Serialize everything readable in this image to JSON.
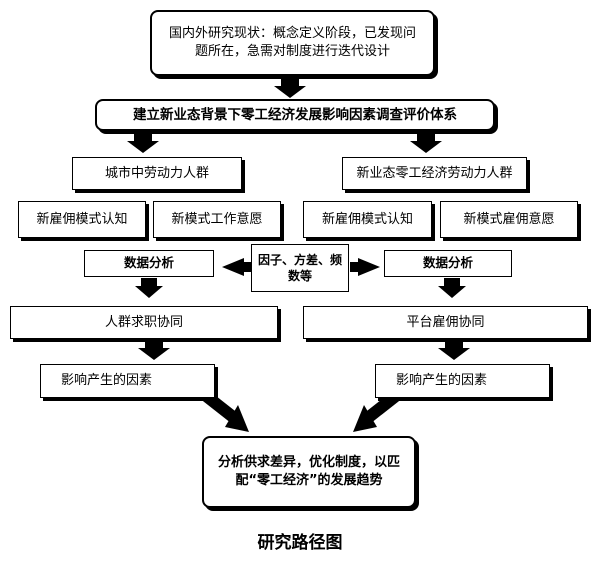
{
  "nodes": {
    "research_status": "国内外研究现状：概念定义阶段，已发现问题所在，急需对制度进行迭代设计",
    "build_system": "建立新业态背景下零工经济发展影响因素调查评价体系",
    "urban_workers": "城市中劳动力人群",
    "gig_workers": "新业态零工经济劳动力人群",
    "left_cognition": "新雇佣模式认知",
    "left_willingness": "新模式工作意愿",
    "right_cognition": "新雇佣模式认知",
    "right_willingness": "新模式雇佣意愿",
    "left_data_analysis": "数据分析",
    "right_data_analysis": "数据分析",
    "methods": "因子、方差、频数等",
    "left_coordination": "人群求职协同",
    "right_coordination": "平台雇佣协同",
    "left_factors": "影响产生的因素",
    "right_factors": "影响产生的因素",
    "conclusion": "分析供求差异，优化制度，以匹配“零工经济”的发展趋势"
  },
  "caption": "研究路径图"
}
